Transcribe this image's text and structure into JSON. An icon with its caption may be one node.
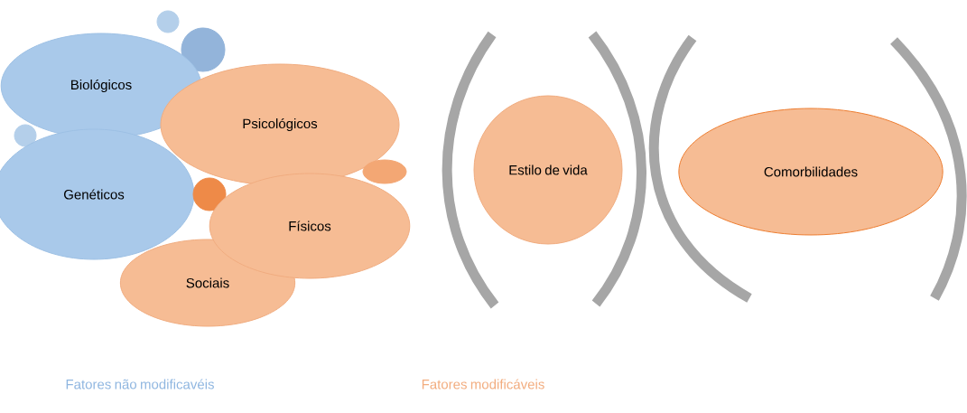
{
  "diagram": {
    "nodes": [
      {
        "text": [],
        "shape": "circle"
      },
      {
        "text": [],
        "shape": "circle"
      },
      {
        "text": [
          "Biológicos"
        ]
      },
      {
        "text": [],
        "shape": "circle"
      },
      {
        "text": [
          "Genéticos"
        ]
      },
      {
        "text": [
          "Psicológicos"
        ]
      },
      {
        "text": [],
        "shape": "circle"
      },
      {
        "text": [],
        "shape": "circle"
      },
      {
        "text": [
          "Físicos"
        ]
      },
      {
        "text": [
          "Sociais"
        ]
      },
      {
        "text": [
          "Estilo de vida"
        ]
      },
      {
        "text": [
          "Comorbilidades"
        ]
      }
    ],
    "labels": [
      "Fatores não modificavéis",
      "Fatores modificáveis"
    ]
  }
}
